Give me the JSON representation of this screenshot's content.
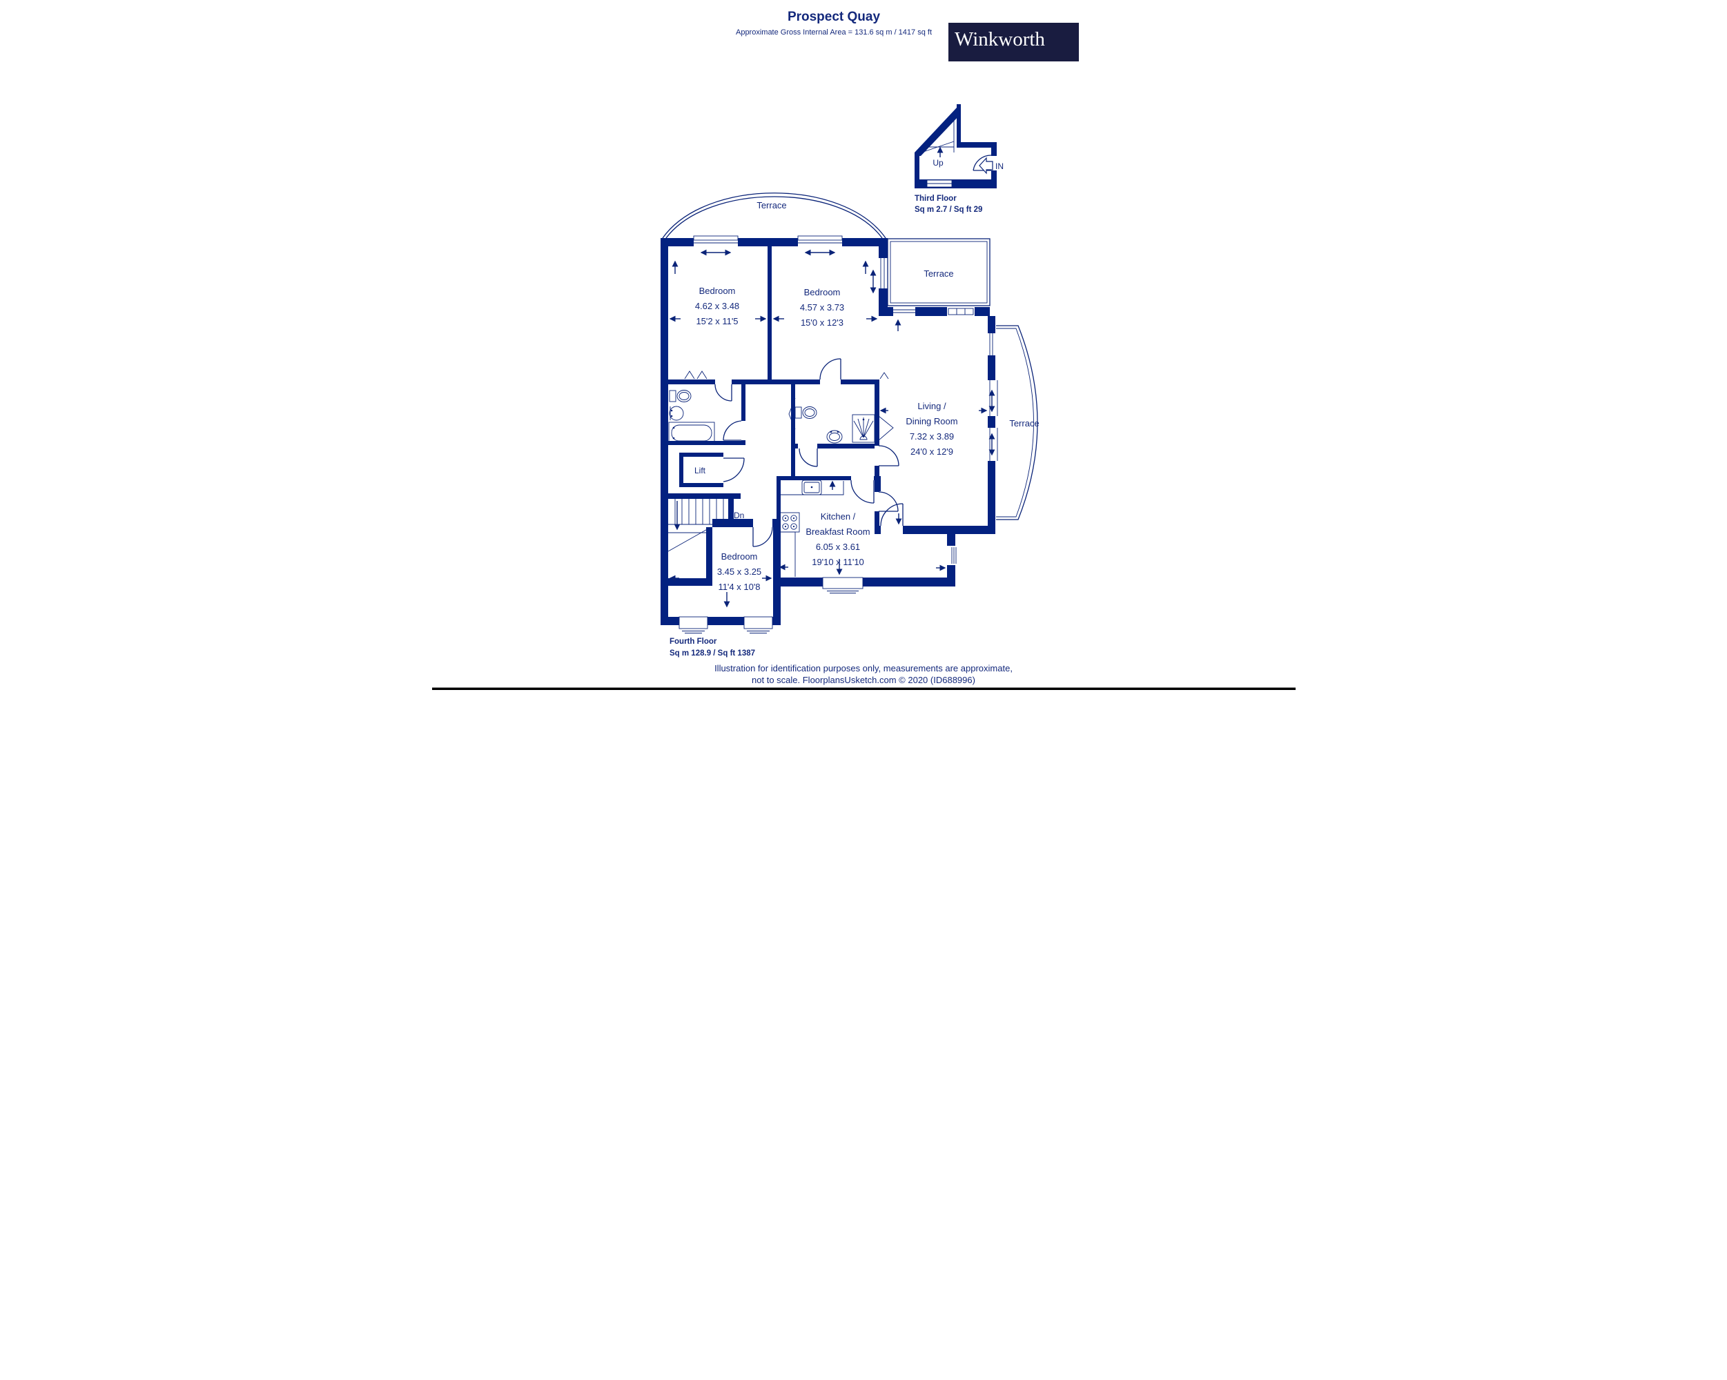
{
  "header": {
    "title": "Prospect Quay",
    "subtitle": "Approximate Gross Internal Area = 131.6 sq m / 1417 sq ft",
    "brand": "Winkworth"
  },
  "third_floor": {
    "up_label": "Up",
    "in_label": "IN",
    "floor_name": "Third Floor",
    "floor_area": "Sq m 2.7 / Sq ft 29"
  },
  "fourth_floor": {
    "floor_name": "Fourth Floor",
    "floor_area": "Sq m 128.9 / Sq ft 1387",
    "down_label": "Dn",
    "lift_label": "Lift"
  },
  "rooms": {
    "terrace_top": "Terrace",
    "terrace_right": "Terrace",
    "terrace_far": "Terrace",
    "bedroom1": {
      "name": "Bedroom",
      "metric": "4.62 x 3.48",
      "imperial": "15'2 x 11'5"
    },
    "bedroom2": {
      "name": "Bedroom",
      "metric": "4.57 x 3.73",
      "imperial": "15'0 x 12'3"
    },
    "living": {
      "name1": "Living /",
      "name2": "Dining Room",
      "metric": "7.32 x 3.89",
      "imperial": "24'0 x 12'9"
    },
    "kitchen": {
      "name1": "Kitchen /",
      "name2": "Breakfast Room",
      "metric": "6.05 x 3.61",
      "imperial": "19'10 x 11'10"
    },
    "bedroom3": {
      "name": "Bedroom",
      "metric": "3.45 x 3.25",
      "imperial": "11'4 x 10'8"
    }
  },
  "footer": {
    "line1": "Illustration for identification purposes only, measurements are approximate,",
    "line2": "not to scale. FloorplansUsketch.com © 2020 (ID688996)"
  },
  "colors": {
    "wall": "#032180",
    "line": "#0a2378",
    "text": "#14297c",
    "logo_bg": "#191c40",
    "logo_text": "#ffffff",
    "bottom_bar": "#000000"
  }
}
